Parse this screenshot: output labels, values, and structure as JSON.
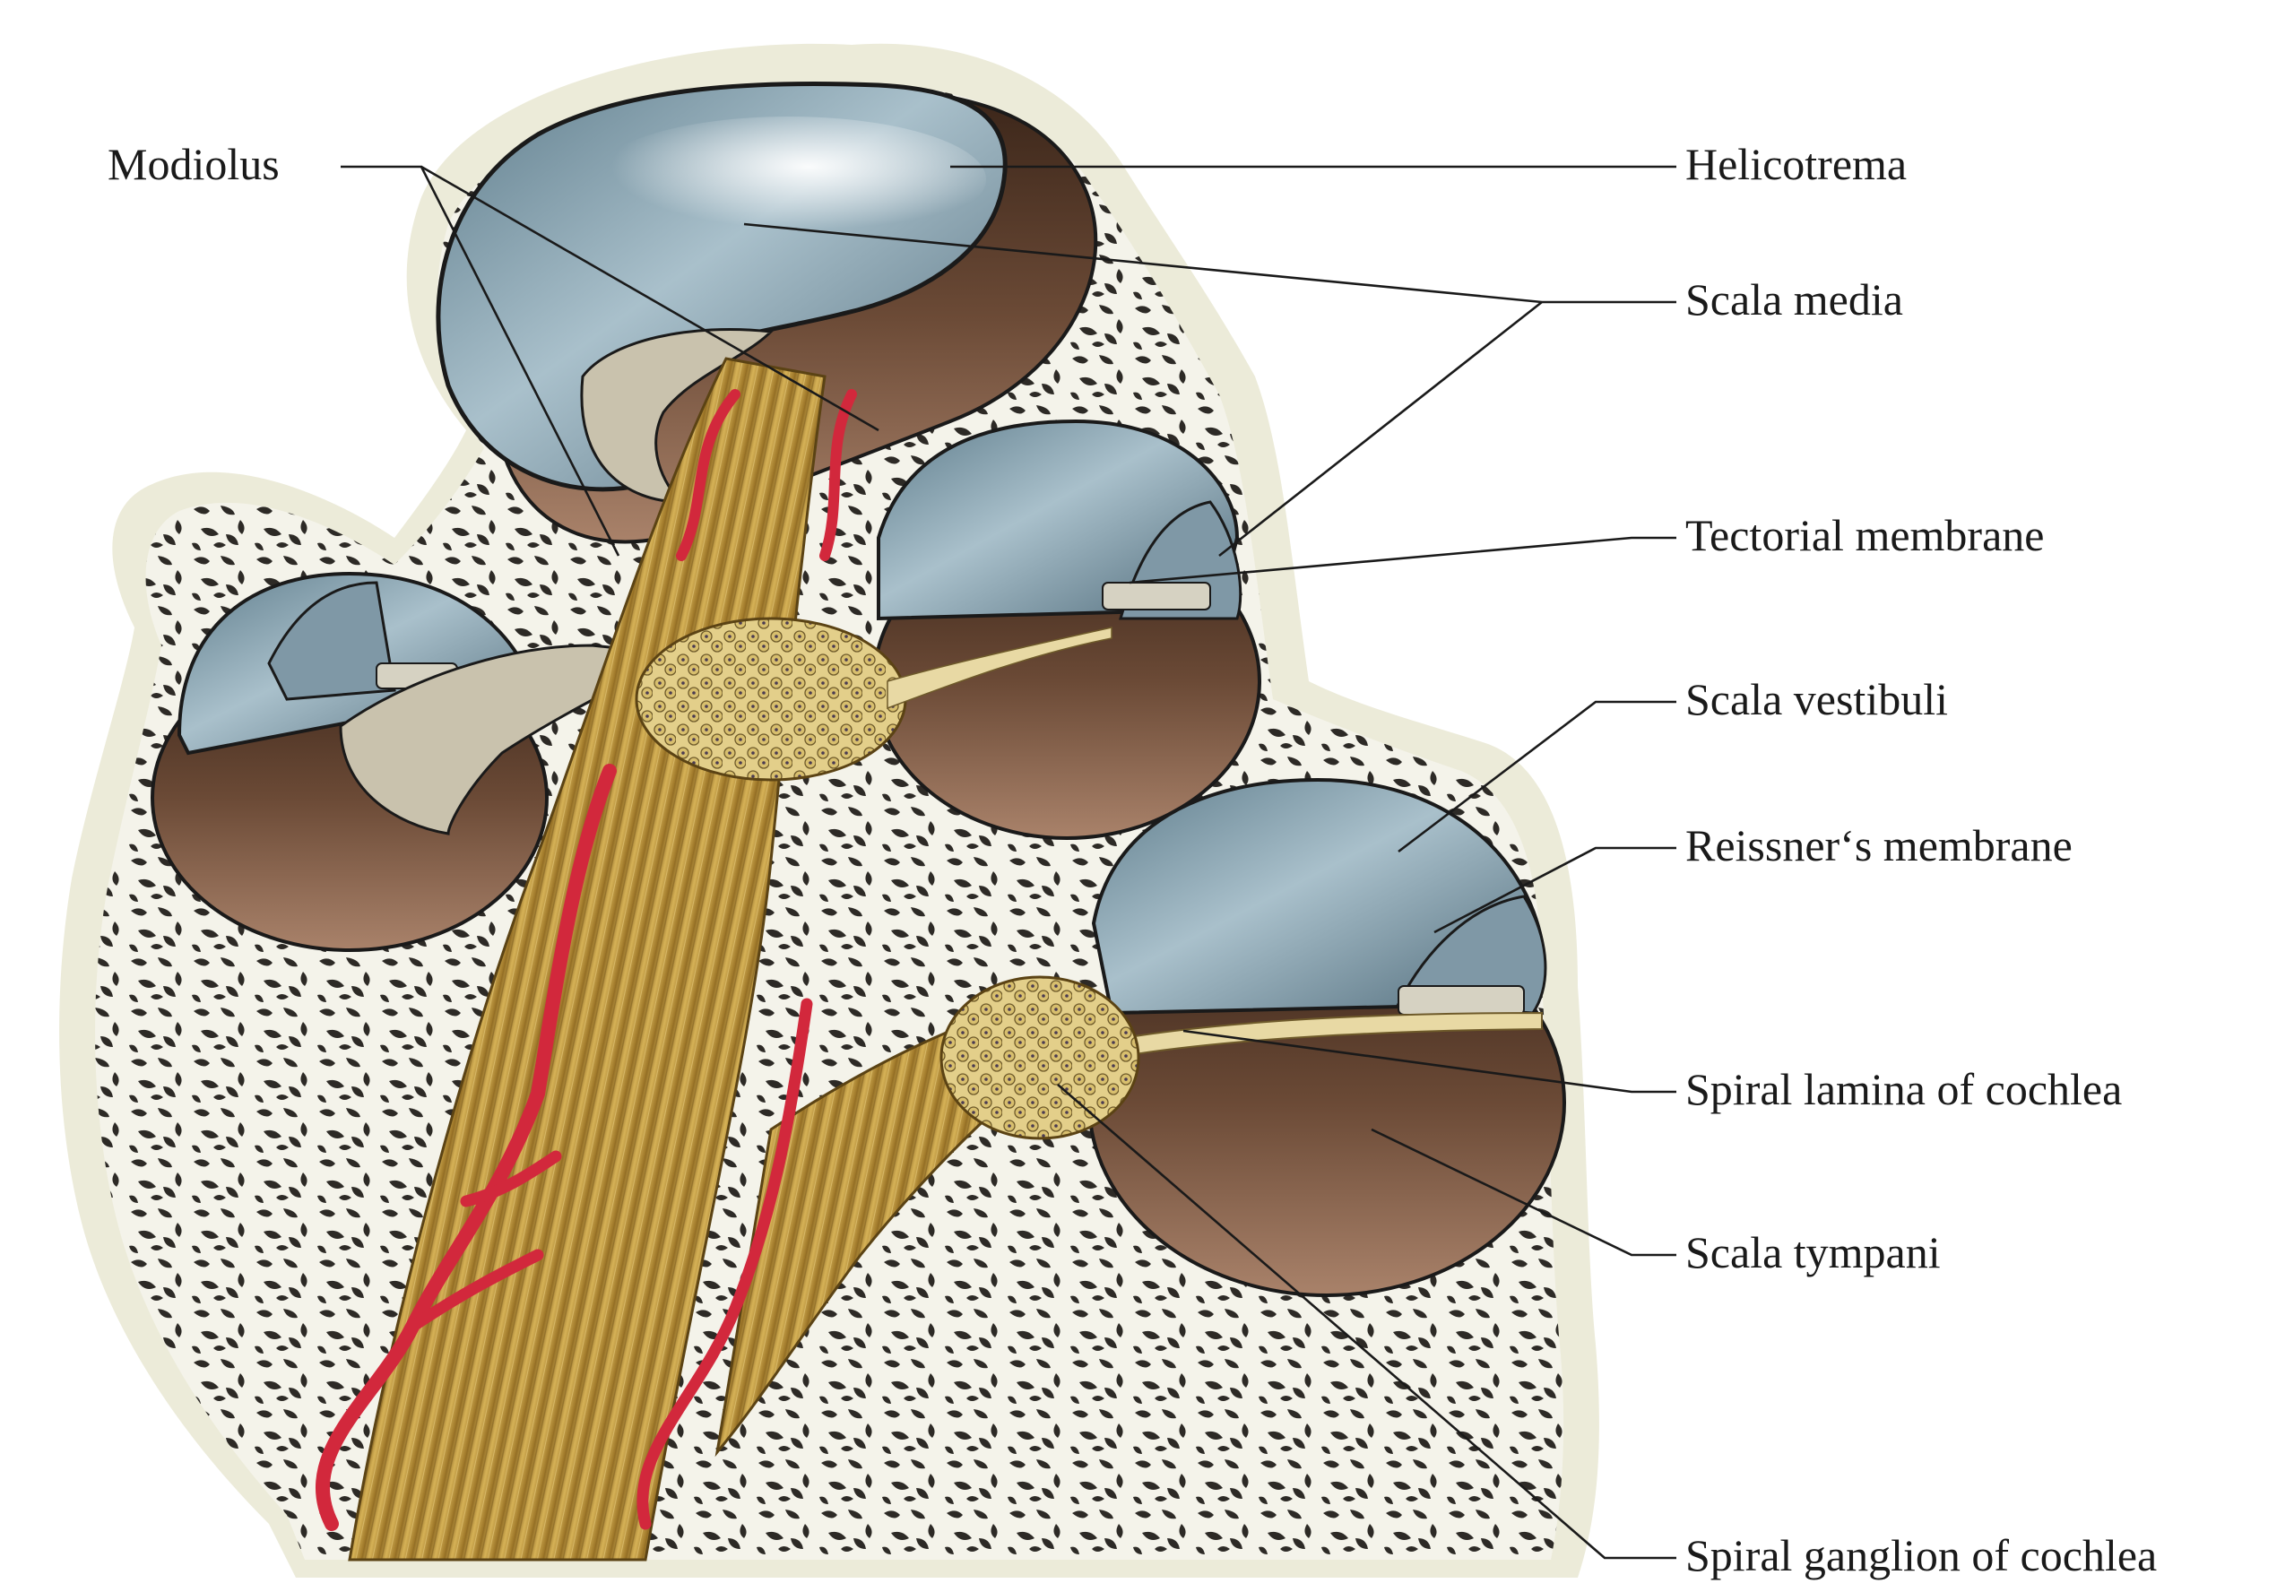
{
  "figure": {
    "labels": {
      "modiolus": "Modiolus",
      "helicotrema": "Helicotrema",
      "scala_media": "Scala media",
      "tectorial_membrane": "Tectorial membrane",
      "scala_vestibuli": "Scala vestibuli",
      "reissners_membrane": "Reissner‘s membrane",
      "spiral_lamina": "Spiral lamina of cochlea",
      "scala_tympani": "Scala tympani",
      "spiral_ganglion": "Spiral ganglion of cochlea"
    },
    "colors": {
      "bone_halo": "#ecebd9",
      "bone_matrix": "#f4f3ea",
      "bone_pores": "#2d2a26",
      "duct_blue": "#8fa6b3",
      "duct_highlight": "#e6eef2",
      "chamber_brown": "#6b4a36",
      "nerve_gold": "#c8a34a",
      "vessel_red": "#d2283c",
      "lamina_grey": "#c9c2ad"
    }
  }
}
